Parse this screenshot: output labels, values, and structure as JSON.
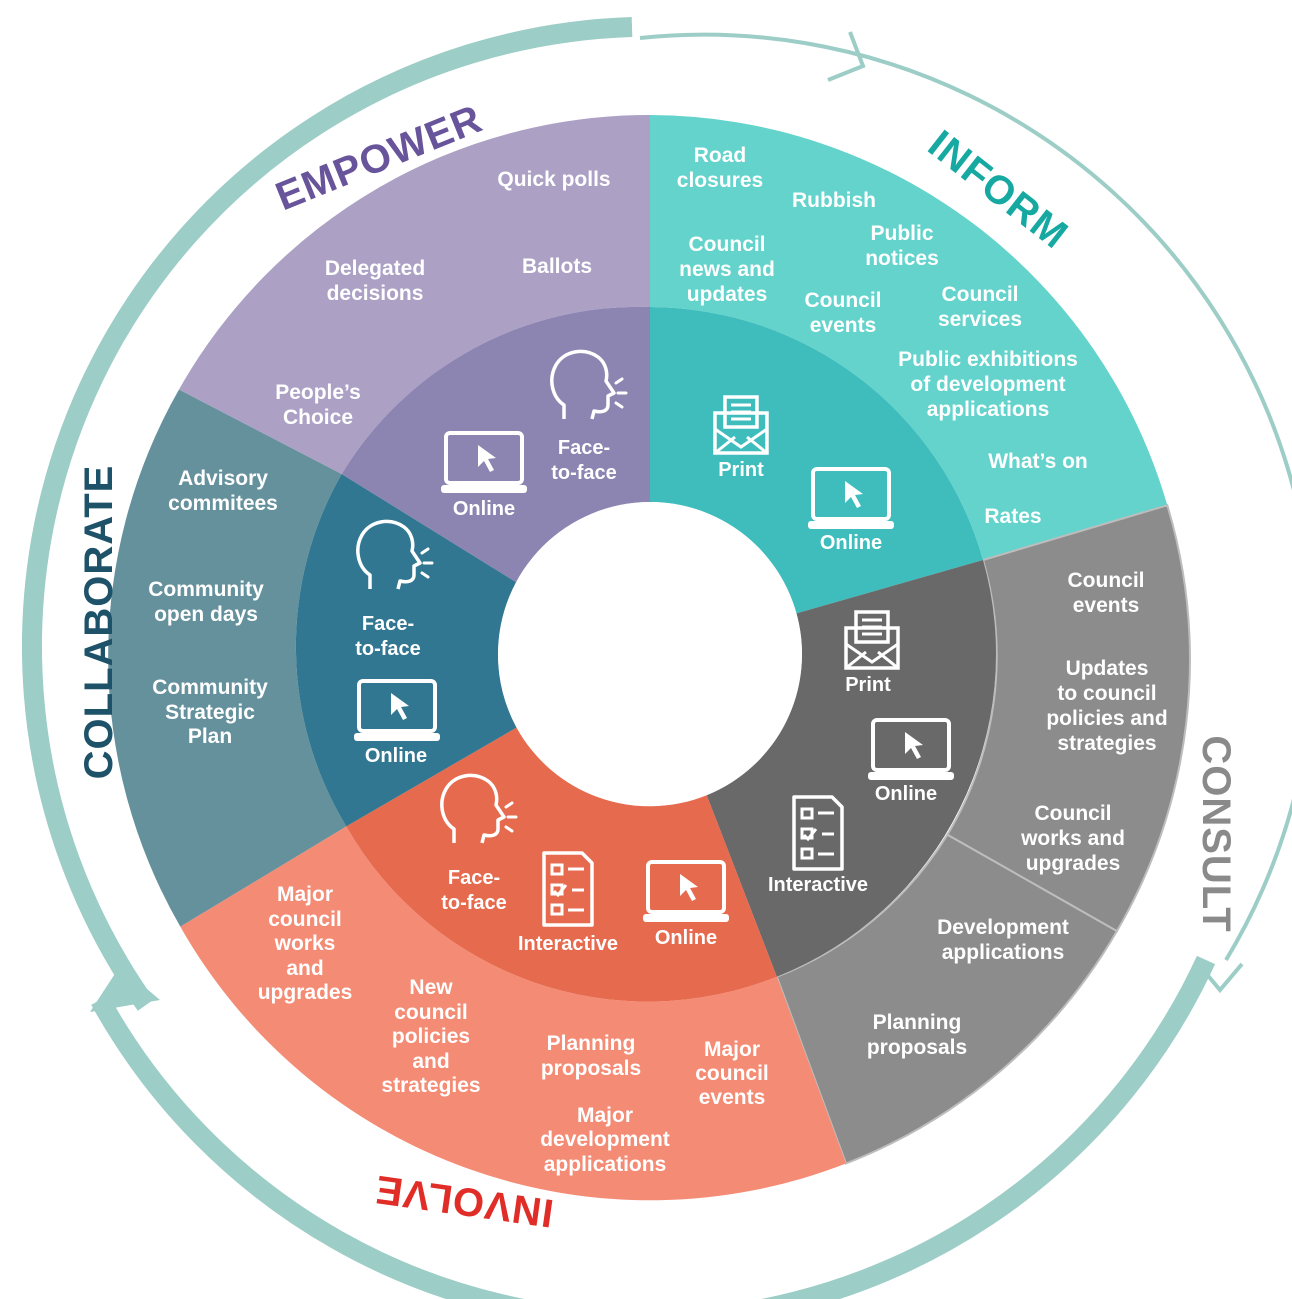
{
  "colors": {
    "arrow": "#9ccdc6",
    "inform_outer": "#63d3cc",
    "inform_inner": "#3fbdbd",
    "inform_title": "#16a9a2",
    "consult_outer": "#8c8c8c",
    "consult_inner": "#696969",
    "consult_title": "#8a8a8a",
    "involve_outer": "#f48b74",
    "involve_inner": "#e66a4d",
    "involve_title": "#e12d27",
    "collaborate_outer": "#65919d",
    "collaborate_inner": "#317791",
    "collaborate_title": "#1e5269",
    "empower_outer": "#aca0c5",
    "empower_inner": "#8c84b1",
    "empower_title": "#68549a"
  },
  "titles": {
    "inform": "INFORM",
    "consult": "CONSULT",
    "involve": "INVOLVE",
    "collaborate": "COLLABORATE",
    "empower": "EMPOWER"
  },
  "channels": {
    "face_to_face": [
      "Face-",
      "to-face"
    ],
    "online": "Online",
    "print": "Print",
    "interactive": "Interactive"
  },
  "inform": {
    "road_closures": [
      "Road",
      "closures"
    ],
    "rubbish": "Rubbish",
    "public_notices": [
      "Public",
      "notices"
    ],
    "news": [
      "Council",
      "news and",
      "updates"
    ],
    "events": [
      "Council",
      "events"
    ],
    "services": [
      "Council",
      "services"
    ],
    "exhibitions": [
      "Public exhibitions",
      "of development",
      "applications"
    ],
    "whats_on": "What’s on",
    "rates": "Rates"
  },
  "consult": {
    "events": [
      "Council",
      "events"
    ],
    "updates": [
      "Updates",
      "to council",
      "policies and",
      "strategies"
    ],
    "works": [
      "Council",
      "works and",
      "upgrades"
    ],
    "development": [
      "Development",
      "applications"
    ],
    "planning": [
      "Planning",
      "proposals"
    ]
  },
  "involve": {
    "major_works": [
      "Major",
      "council",
      "works",
      "and",
      "upgrades"
    ],
    "new_policies": [
      "New",
      "council",
      "policies",
      "and",
      "strategies"
    ],
    "planning": [
      "Planning",
      "proposals"
    ],
    "major_events": [
      "Major",
      "council",
      "events"
    ],
    "major_development": [
      "Major",
      "development",
      "applications"
    ]
  },
  "collaborate": {
    "advisory": [
      "Advisory",
      "commitees"
    ],
    "open_days": [
      "Community",
      "open days"
    ],
    "strategic_plan": [
      "Community",
      "Strategic",
      "Plan"
    ]
  },
  "empower": {
    "quick_polls": "Quick polls",
    "ballots": "Ballots",
    "delegated": [
      "Delegated",
      "decisions"
    ],
    "peoples_choice": [
      "People’s",
      "Choice"
    ]
  }
}
